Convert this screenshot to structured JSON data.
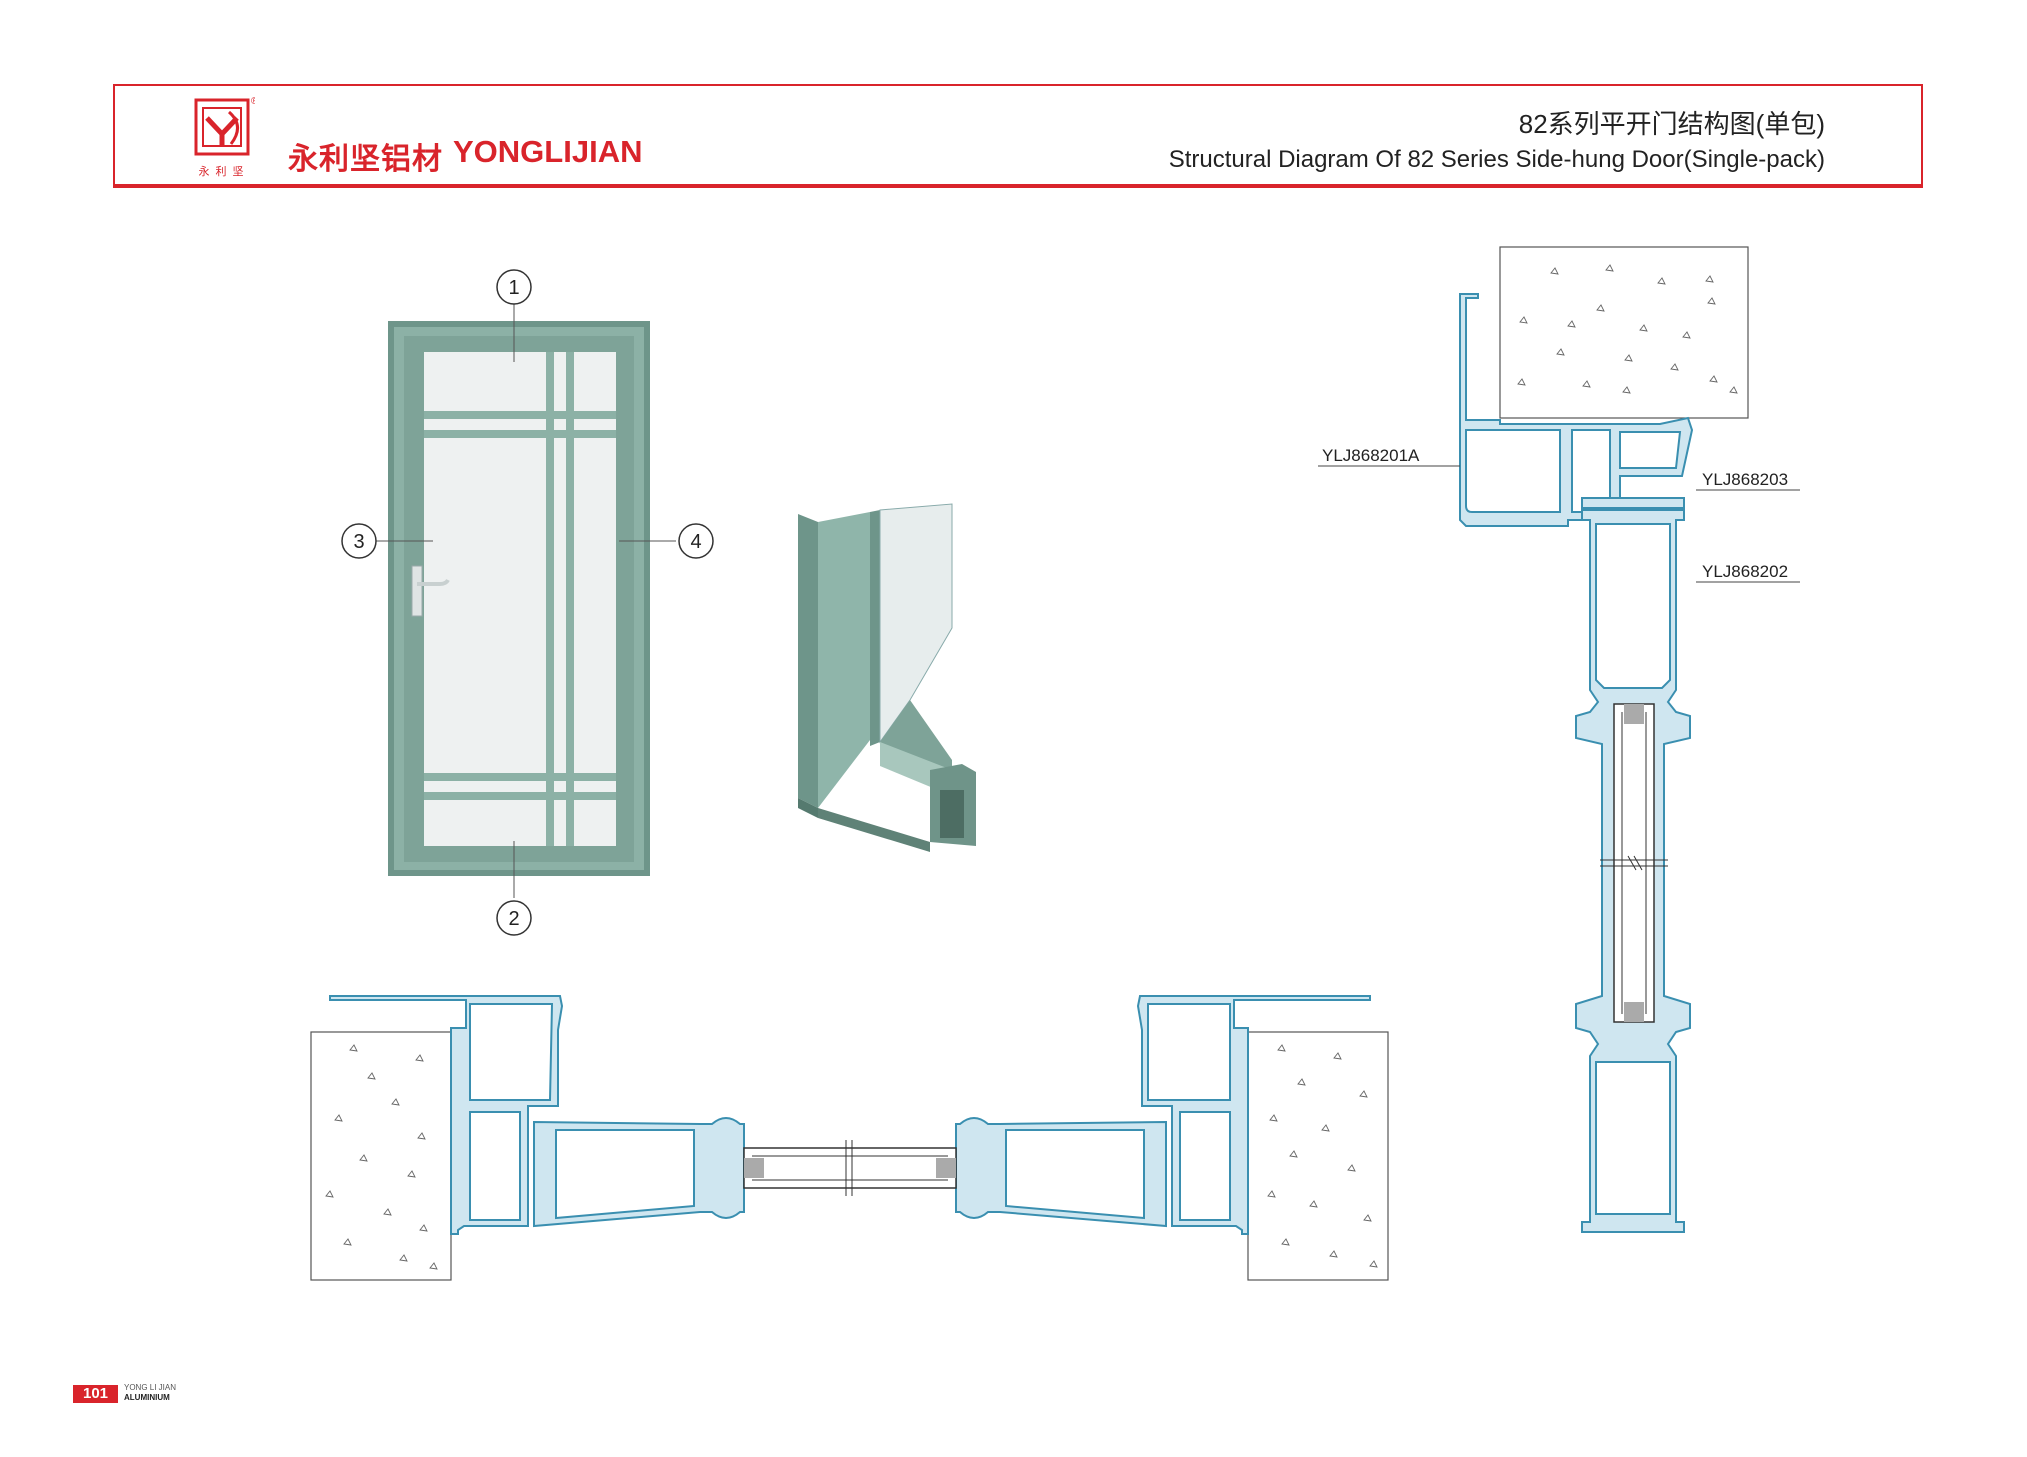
{
  "header": {
    "brand_cn": "永利坚铝材",
    "brand_en": "YONGLIJIAN",
    "logo_caption": "永利坚",
    "registered_mark": "®",
    "title_cn": "82系列平开门结构图(单包)",
    "title_en": "Structural Diagram Of 82 Series Side-hung Door(Single-pack)"
  },
  "door_elevation": {
    "callouts": [
      "1",
      "2",
      "3",
      "4"
    ]
  },
  "section_labels": {
    "frame": "YLJ868201A",
    "bead": "YLJ868203",
    "sash": "YLJ868202"
  },
  "footer": {
    "page_number": "101",
    "brand_line1": "YONG LI JIAN",
    "brand_line2": "ALUMINIUM"
  },
  "colors": {
    "brand_red": "#d9242b",
    "profile_green": "#7fa69a",
    "profile_outline": "#3a8fb0",
    "profile_fill": "#cfe6f0"
  }
}
